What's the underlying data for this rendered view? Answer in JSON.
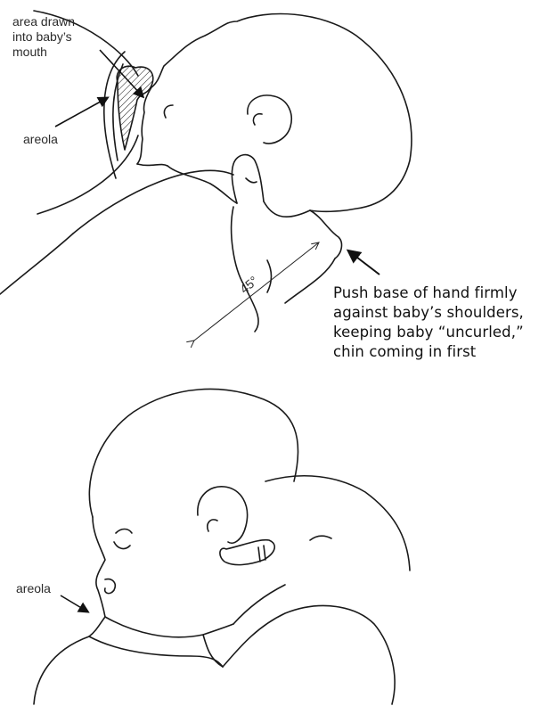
{
  "labels": {
    "area_drawn_1": "area drawn",
    "area_drawn_2": "into baby’s",
    "area_drawn_3": "mouth",
    "areola_top": "areola",
    "angle": "45°",
    "areola_bottom": "areola"
  },
  "callout": {
    "line1": "Push base of hand firmly",
    "line2": "against baby’s shoulders,",
    "line3": "keeping baby “uncurled,”",
    "line4": "chin coming in first"
  },
  "colors": {
    "ink": "#1a1a1a",
    "text": "#111111"
  }
}
